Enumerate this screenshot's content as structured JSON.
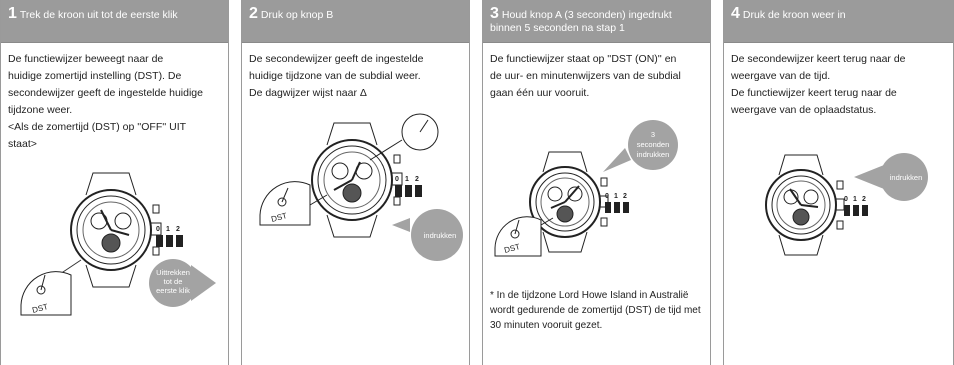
{
  "steps": [
    {
      "num": "1",
      "title": "Trek de kroon uit tot de eerste klik",
      "body": [
        "De functiewijzer beweegt naar de",
        "huidige zomertijd instelling (DST). De",
        "secondewijzer geeft de ingestelde huidige",
        "tijdzone weer.",
        "<Als de zomertijd (DST) op ''OFF'' UIT",
        "staat>"
      ],
      "bubble": [
        "Uittrekken",
        "tot de",
        "eerste klik"
      ],
      "dial_label": "DST"
    },
    {
      "num": "2",
      "title": "Druk op knop B",
      "body": [
        "De secondewijzer geeft de ingestelde",
        "huidige tijdzone van de subdial weer.",
        "De dagwijzer wijst naar Δ"
      ],
      "bubble": [
        "indrukken"
      ],
      "dial_label": "DST"
    },
    {
      "num": "3",
      "title": "Houd knop A (3 seconden) ingedrukt binnen 5 seconden na stap 1",
      "body": [
        "De functiewijzer staat op ''DST (ON)'' en",
        "de uur- en minutenwijzers van de subdial",
        "gaan één uur vooruit."
      ],
      "bubble": [
        "3",
        "seconden",
        "indrukken"
      ],
      "dial_label": "DST",
      "footnote": "* In de tijdzone Lord Howe Island in Australië wordt gedurende de zomertijd (DST) de tijd met 30 minuten vooruit gezet."
    },
    {
      "num": "4",
      "title": "Druk de kroon weer in",
      "body": [
        "De secondewijzer keert terug naar de",
        "weergave van de tijd.",
        "De functiewijzer keert terug naar de",
        "weergave van de oplaadstatus."
      ],
      "bubble": [
        "indrukken"
      ]
    }
  ],
  "crown_positions": [
    "0",
    "1",
    "2"
  ],
  "colors": {
    "header_bg": "#9b9b9b",
    "bubble": "#a3a3a3",
    "line": "#333333"
  }
}
